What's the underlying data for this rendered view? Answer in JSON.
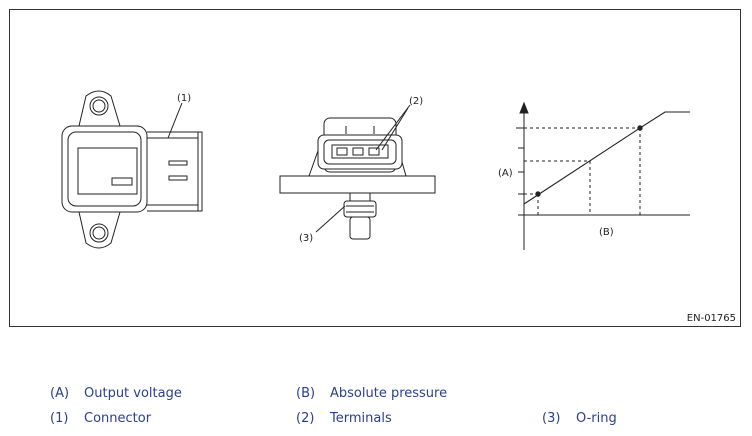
{
  "figure": {
    "id": "EN-01765",
    "callouts": {
      "connector": "(1)",
      "terminals": "(2)",
      "oring": "(3)",
      "graph_y": "(A)",
      "graph_x": "(B)"
    }
  },
  "legend": [
    {
      "key": "(A)",
      "text": "Output voltage"
    },
    {
      "key": "(B)",
      "text": "Absolute pressure"
    },
    {
      "key": "(1)",
      "text": "Connector"
    },
    {
      "key": "(2)",
      "text": "Terminals"
    },
    {
      "key": "(3)",
      "text": "O-ring"
    }
  ]
}
